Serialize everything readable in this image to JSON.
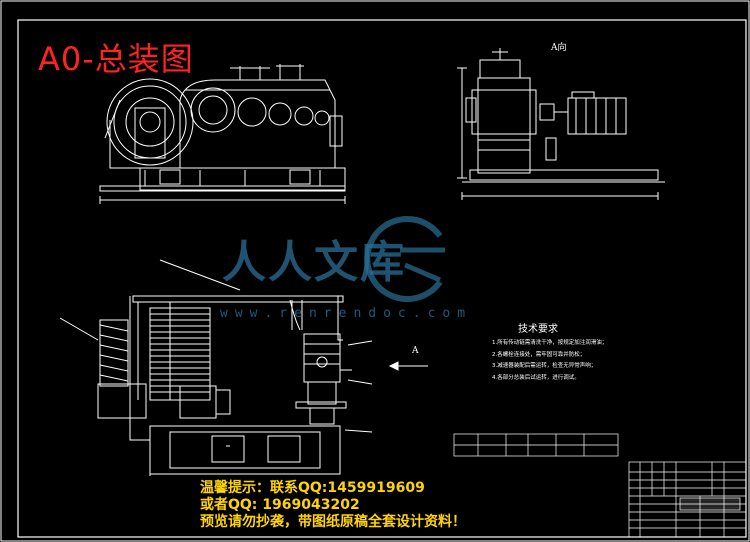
{
  "drawing": {
    "title": "A0-总装图",
    "view_a_label": "A向",
    "arrow_a_label": "A",
    "tech_requirements_title": "技术要求",
    "tech_notes": [
      "1.所有传动链需清洗干净，按规定加注润滑油；",
      "2.各螺栓连接处，需牢固可靠并防松；",
      "3.减速器装配后需运转，检查无异常声响；",
      "4.各部分总装后试运转，进行调试。"
    ]
  },
  "watermark": {
    "text": "人人文库",
    "url": "www.renrendoc.com"
  },
  "notice": {
    "line1": "温馨提示：联系QQ:1459919609",
    "line2": "或者QQ: 1969043202",
    "line3": "预览请勿抄袭，带图纸原稿全套设计资料！"
  },
  "colors": {
    "background": "#000000",
    "lines": "#ffffff",
    "title": "#ff2222",
    "notice": "#ffd400",
    "watermark": "#2a6f97"
  }
}
